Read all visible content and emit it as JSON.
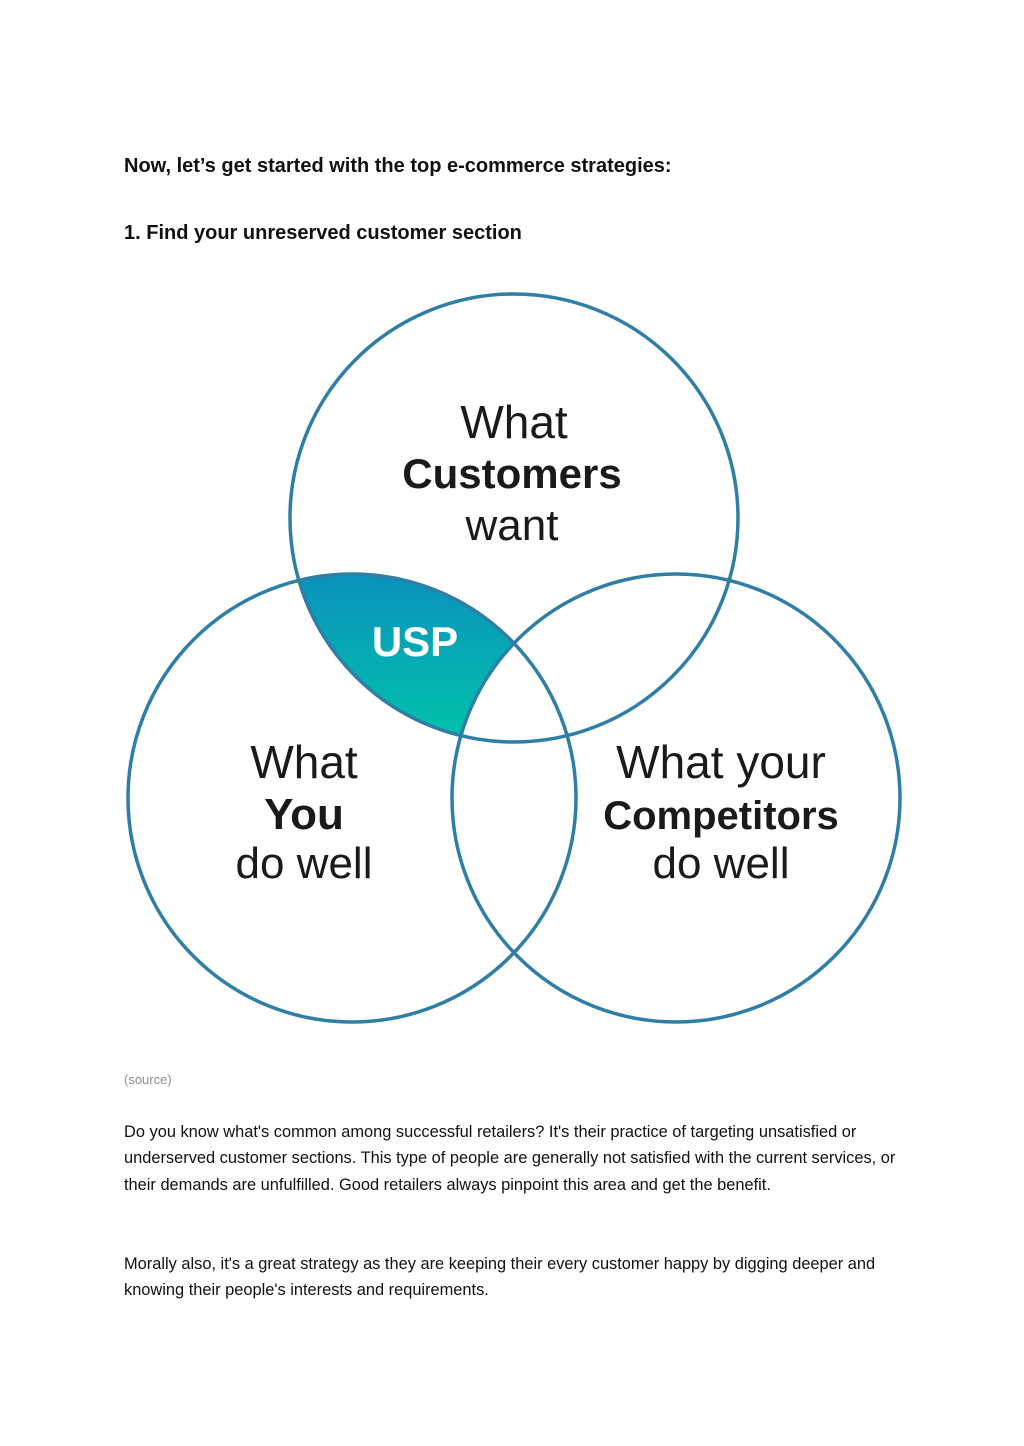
{
  "headings": {
    "intro": "Now, let’s get started with the top e-commerce strategies:",
    "section": "1. Find your unreserved customer section"
  },
  "diagram": {
    "customers": {
      "line1": "What",
      "line2": "Customers",
      "line3": "want"
    },
    "you": {
      "line1": "What",
      "line2": "You",
      "line3": "do well"
    },
    "competitors": {
      "line1": "What your",
      "line2": "Competitors",
      "line3": "do well"
    },
    "overlap_label": "USP",
    "circle_color": "#2f7ea6",
    "overlap_gradient": [
      "#0b8dbf",
      "#00c9a7"
    ]
  },
  "caption": "(source)",
  "paragraphs": [
    "Do you know what's common among successful retailers? It's their practice of targeting unsatisfied or underserved customer sections. This type of people are generally not satisfied with the current services, or their demands are unfulfilled. Good retailers always pinpoint this area and get the benefit.",
    "Morally also, it's a great strategy as they are keeping their every customer happy by digging deeper and knowing their people's interests and requirements."
  ]
}
